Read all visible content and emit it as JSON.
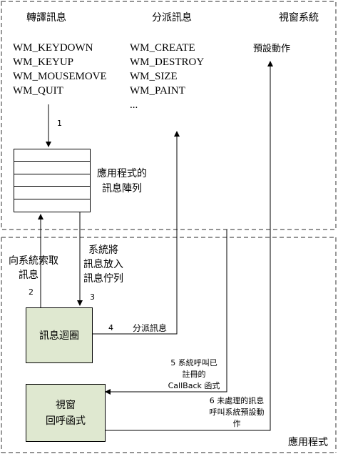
{
  "headers": {
    "translate": "轉譯訊息",
    "dispatch": "分派訊息",
    "window_system": "視窗系統"
  },
  "translate_messages": [
    "WM_KEYDOWN",
    "WM_KEYUP",
    "WM_MOUSEMOVE",
    "WM_QUIT"
  ],
  "dispatch_messages": [
    "WM_CREATE",
    "WM_DESTROY",
    "WM_SIZE",
    "WM_PAINT",
    "..."
  ],
  "default_action": "預設動作",
  "queue_label": [
    "應用程式的",
    "訊息陣列"
  ],
  "system_queue_label": [
    "系統將",
    "訊息放入",
    "訊息佇列"
  ],
  "request_label": [
    "向系統索取",
    "訊息"
  ],
  "message_loop": "訊息迴圈",
  "window_proc": [
    "視窗",
    "回呼函式"
  ],
  "dispatch_label": "分派訊息",
  "callback_label": [
    "5 系統呼叫已",
    "註冊的",
    "CallBack 函式"
  ],
  "default_label": [
    "6 未處理的訊息",
    "呼叫系統預設動",
    "作"
  ],
  "app_label": "應用程式",
  "step_numbers": {
    "s1": "1",
    "s2": "2",
    "s3": "3",
    "s4": "4"
  }
}
